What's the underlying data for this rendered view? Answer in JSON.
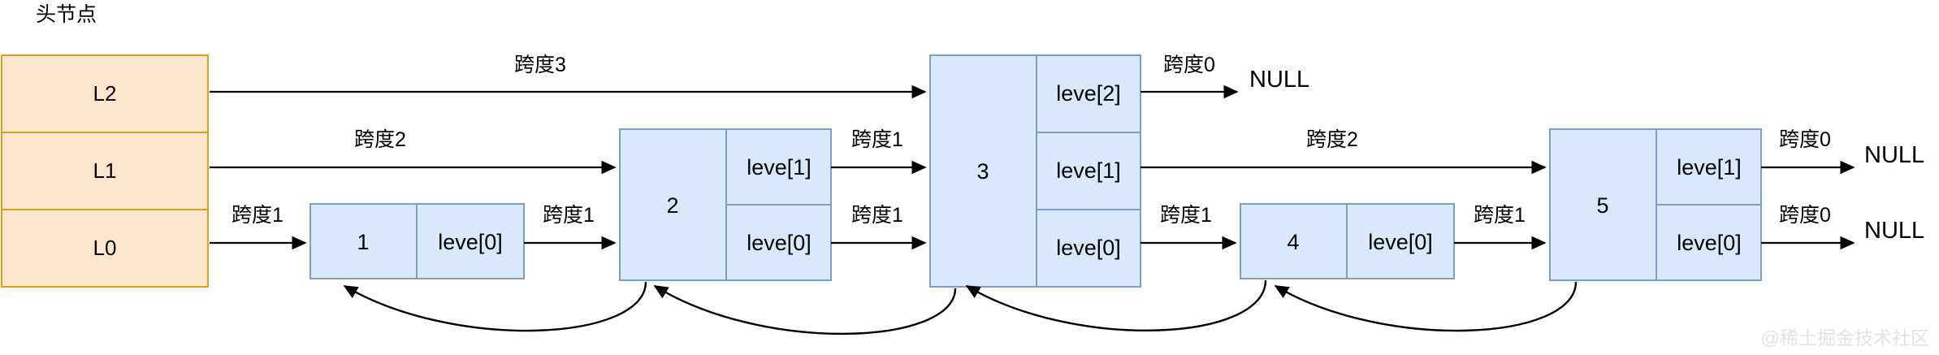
{
  "diagram": {
    "title": "头节点",
    "watermark": "@稀土掘金技术社区",
    "type": "skip-list",
    "colors": {
      "head_fill": "#fde6cd",
      "head_stroke": "#d6a21a",
      "node_fill": "#dae8fc",
      "node_stroke": "#7d9ec0",
      "line": "#000000",
      "watermark": "#e2e2e6"
    },
    "head_node": {
      "name": "head",
      "levels": [
        "L2",
        "L1",
        "L0"
      ]
    },
    "nodes": [
      {
        "id": "n1",
        "value": "1",
        "levels": [
          "leve[0]"
        ]
      },
      {
        "id": "n2",
        "value": "2",
        "levels": [
          "leve[1]",
          "leve[0]"
        ]
      },
      {
        "id": "n3",
        "value": "3",
        "levels": [
          "leve[2]",
          "leve[1]",
          "leve[0]"
        ]
      },
      {
        "id": "n4",
        "value": "4",
        "levels": [
          "leve[0]"
        ]
      },
      {
        "id": "n5",
        "value": "5",
        "levels": [
          "leve[1]",
          "leve[0]"
        ]
      }
    ],
    "null_labels": [
      {
        "id": "null-l2",
        "text": "NULL"
      },
      {
        "id": "null-l1",
        "text": "NULL"
      },
      {
        "id": "null-l0",
        "text": "NULL"
      }
    ],
    "span_labels": {
      "head_l2": "跨度3",
      "head_l1": "跨度2",
      "head_l0": "跨度1",
      "n1_l0": "跨度1",
      "n2_l1": "跨度1",
      "n2_l0": "跨度1",
      "n3_l2": "跨度0",
      "n3_l1": "跨度2",
      "n3_l0": "跨度1",
      "n4_l0": "跨度1",
      "n5_l1": "跨度0",
      "n5_l0": "跨度0"
    }
  }
}
